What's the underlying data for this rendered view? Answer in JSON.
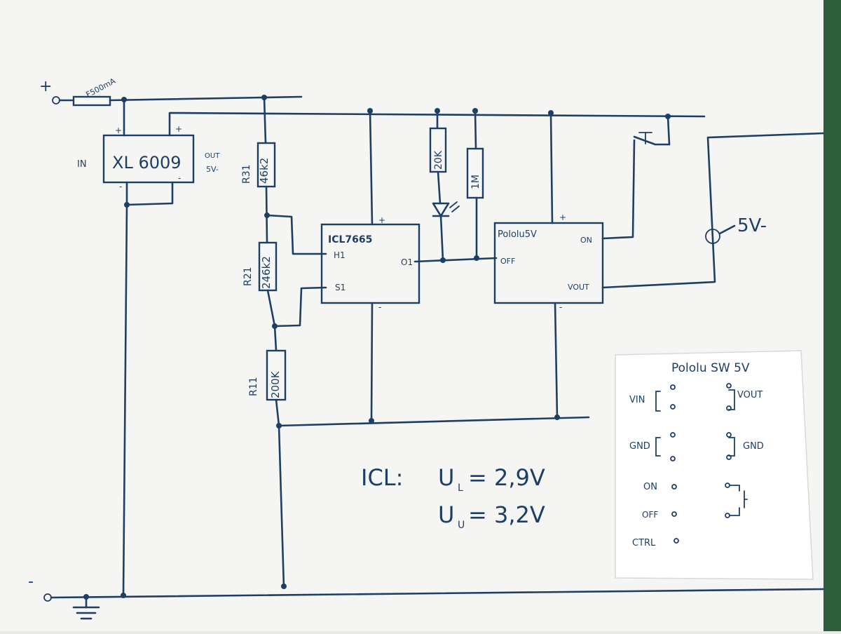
{
  "labels": {
    "plus": "+",
    "minus": "-",
    "fuse": "F500mA",
    "xl_in": "IN",
    "xl_name": "XL 6009",
    "xl_out": "OUT",
    "xl_out_v": "5V-",
    "xl_plus_in": "+",
    "xl_plus_out": "+",
    "xl_minus_in": "-",
    "xl_minus_out": "-",
    "r31_name": "R31",
    "r31_value": "46k2",
    "r21_name": "R21",
    "r21_value": "246k2",
    "r11_name": "R11",
    "r11_value": "200K",
    "r20k": "20K",
    "r1m": "1M",
    "icl_name": "ICL7665",
    "icl_h1": "H1",
    "icl_s1": "S1",
    "icl_o1": "O1",
    "icl_plus": "+",
    "icl_minus": "-",
    "pol_name": "Pololu5V",
    "pol_on": "ON",
    "pol_off": "OFF",
    "pol_vout": "VOUT",
    "pol_plus": "+",
    "pol_minus": "-",
    "out_5v": "5V-",
    "formula_prefix": "ICL:",
    "formula_l": "U",
    "formula_l_sub": "L",
    "formula_l_val": "= 2,9V",
    "formula_u": "U",
    "formula_u_sub": "U",
    "formula_u_val": "= 3,2V"
  },
  "pinout": {
    "title": "Pololu SW 5V",
    "vin": "VIN",
    "vout": "VOUT",
    "gnd_left": "GND",
    "gnd_right": "GND",
    "on": "ON",
    "off": "OFF",
    "ctrl": "CTRL"
  }
}
